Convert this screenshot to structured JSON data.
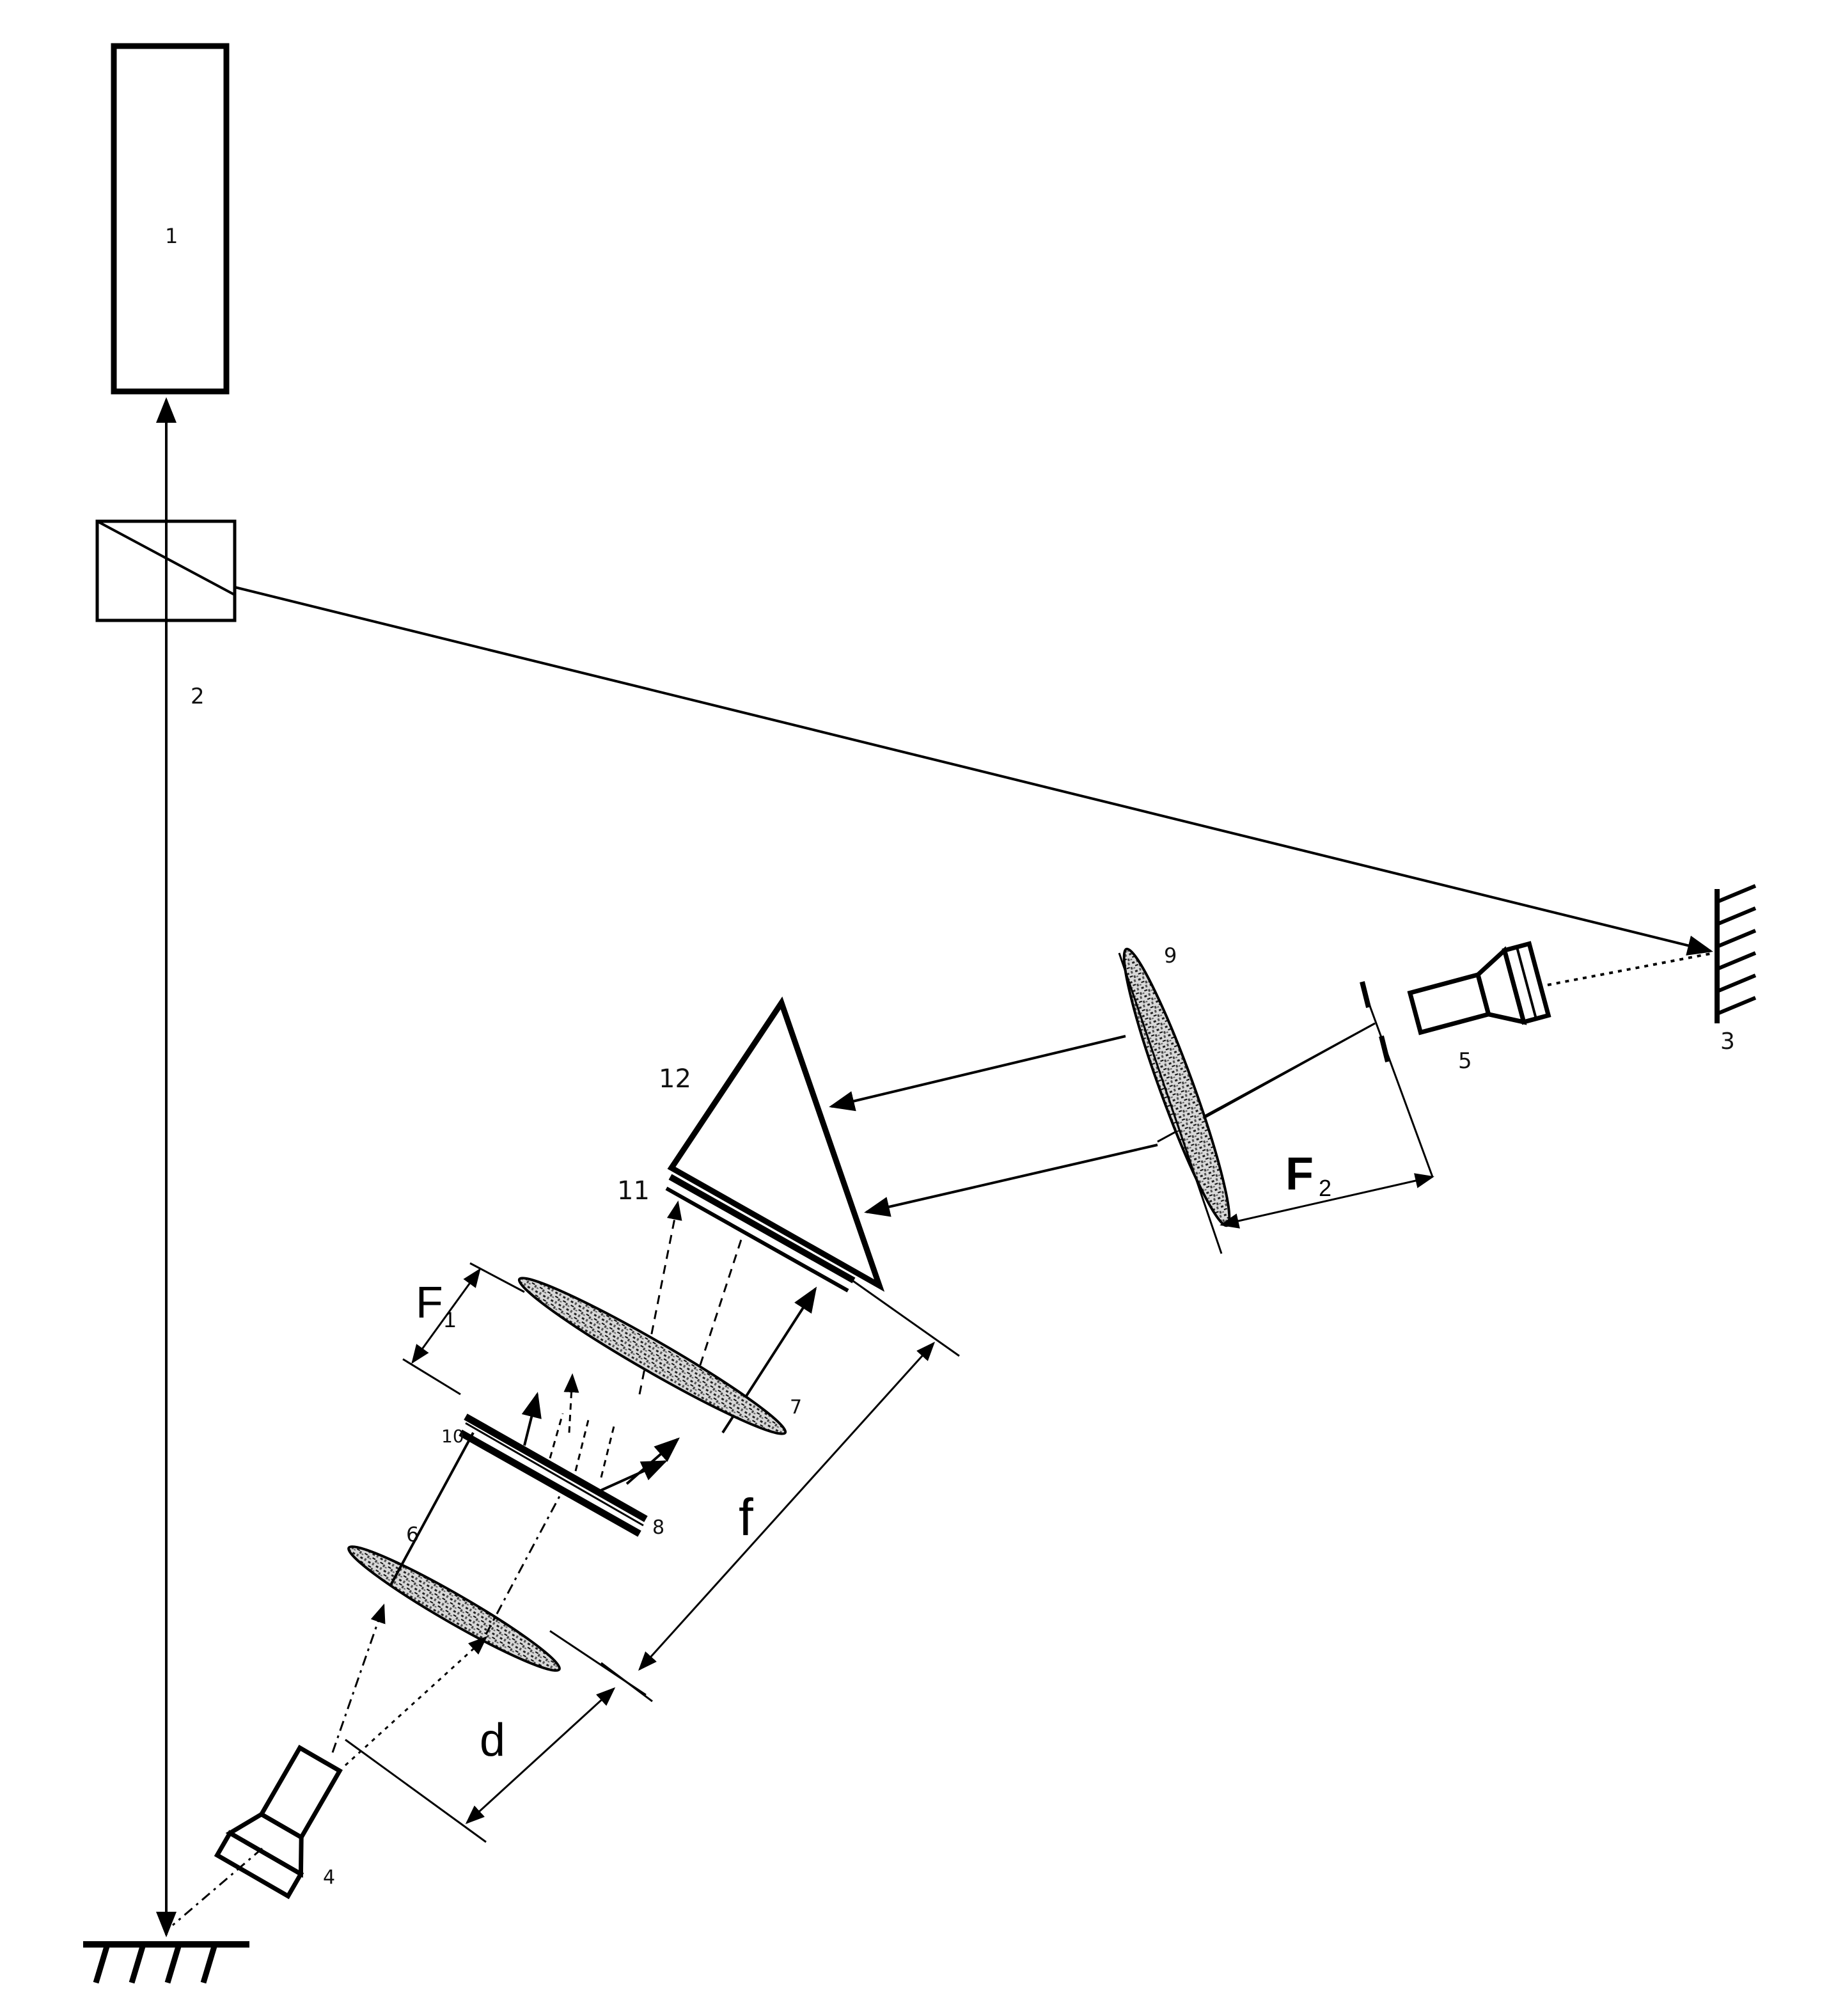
{
  "labels": {
    "n1": "1",
    "n2": "2",
    "n3": "3",
    "n4": "4",
    "n5": "5",
    "n6": "6",
    "n7": "7",
    "n8": "8",
    "n9": "9",
    "n10": "10",
    "n11": "11",
    "n12": "12",
    "dimF1": "F",
    "dimF1sub": "1",
    "dimF2": "F",
    "dimF2sub": "2",
    "dimf": "f",
    "dimd": "d"
  }
}
